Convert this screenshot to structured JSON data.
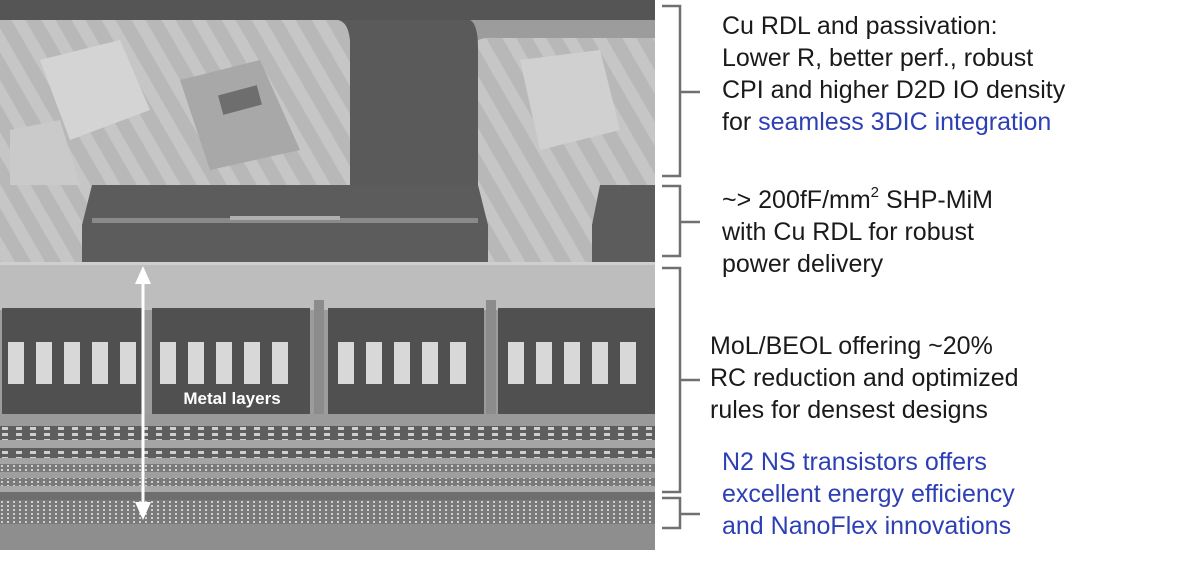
{
  "image_label": {
    "metal_layers": "Metal layers"
  },
  "annotations": [
    {
      "id": "cu-rdl",
      "lines": [
        "Cu RDL and passivation:",
        "Lower R, better perf., robust",
        "CPI and higher D2D IO density",
        "for "
      ],
      "highlight": "seamless 3DIC integration"
    },
    {
      "id": "shp-mim",
      "line1_pre": "~> 200fF/mm",
      "line1_sup": "2",
      "line1_post": " SHP-MiM",
      "lines": [
        "with Cu RDL for robust",
        "power delivery"
      ]
    },
    {
      "id": "mol-beol",
      "lines": [
        "MoL/BEOL offering ~20%",
        "RC reduction and optimized",
        "rules for densest designs"
      ]
    },
    {
      "id": "n2-ns",
      "highlight_lines": [
        "N2 NS transistors offers",
        "excellent energy efficiency",
        "and NanoFlex innovations"
      ]
    }
  ],
  "colors": {
    "highlight": "#2d3fb5",
    "text": "#1a1a1a",
    "bracket": "#707070"
  }
}
